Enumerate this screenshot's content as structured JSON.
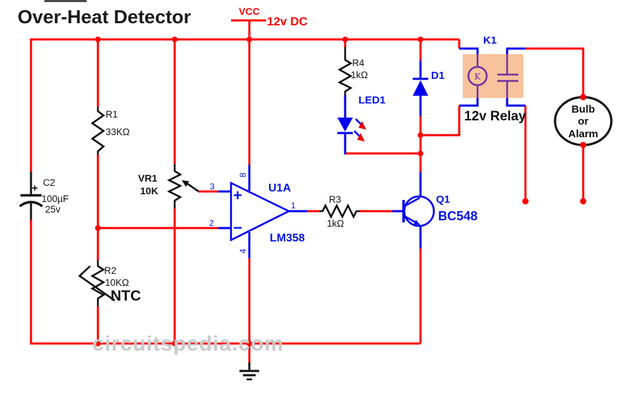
{
  "title": "Over-Heat Detector",
  "watermark": "circuitspedia.com",
  "power": {
    "vcc_label": "VCC",
    "supply_label": "12v DC"
  },
  "components": {
    "r1": {
      "ref": "R1",
      "value": "33KΩ"
    },
    "r2": {
      "ref": "R2",
      "value": "10KΩ",
      "type_label": "NTC"
    },
    "r3": {
      "ref": "R3",
      "value": "1kΩ"
    },
    "r4": {
      "ref": "R4",
      "value": "1kΩ"
    },
    "vr1": {
      "ref": "VR1",
      "value": "10K"
    },
    "c2": {
      "ref": "C2",
      "value": "100µF",
      "voltage": "25v",
      "polarity_mark": "+"
    },
    "opamp": {
      "ref": "U1A",
      "part": "LM358",
      "noninv_mark": "+",
      "inv_mark": "−",
      "pin_noninv": "3",
      "pin_inv": "2",
      "pin_out": "1",
      "pin_vplus": "8",
      "pin_vminus": "4"
    },
    "led1": {
      "ref": "LED1"
    },
    "d1": {
      "ref": "D1"
    },
    "q1": {
      "ref": "Q1",
      "part": "BC548"
    },
    "relay": {
      "ref": "K1",
      "coil_mark": "K",
      "label": "12v Relay"
    },
    "load": {
      "line1": "Bulb",
      "line2": "or",
      "line3": "Alarm"
    }
  },
  "colors": {
    "wire": "#ff0000",
    "component_blue": "#0000f0",
    "relay_fill": "#f8c29c",
    "relay_symbol": "#7030a0",
    "black": "#111111",
    "watermark_gray": "#c9c9c9"
  }
}
